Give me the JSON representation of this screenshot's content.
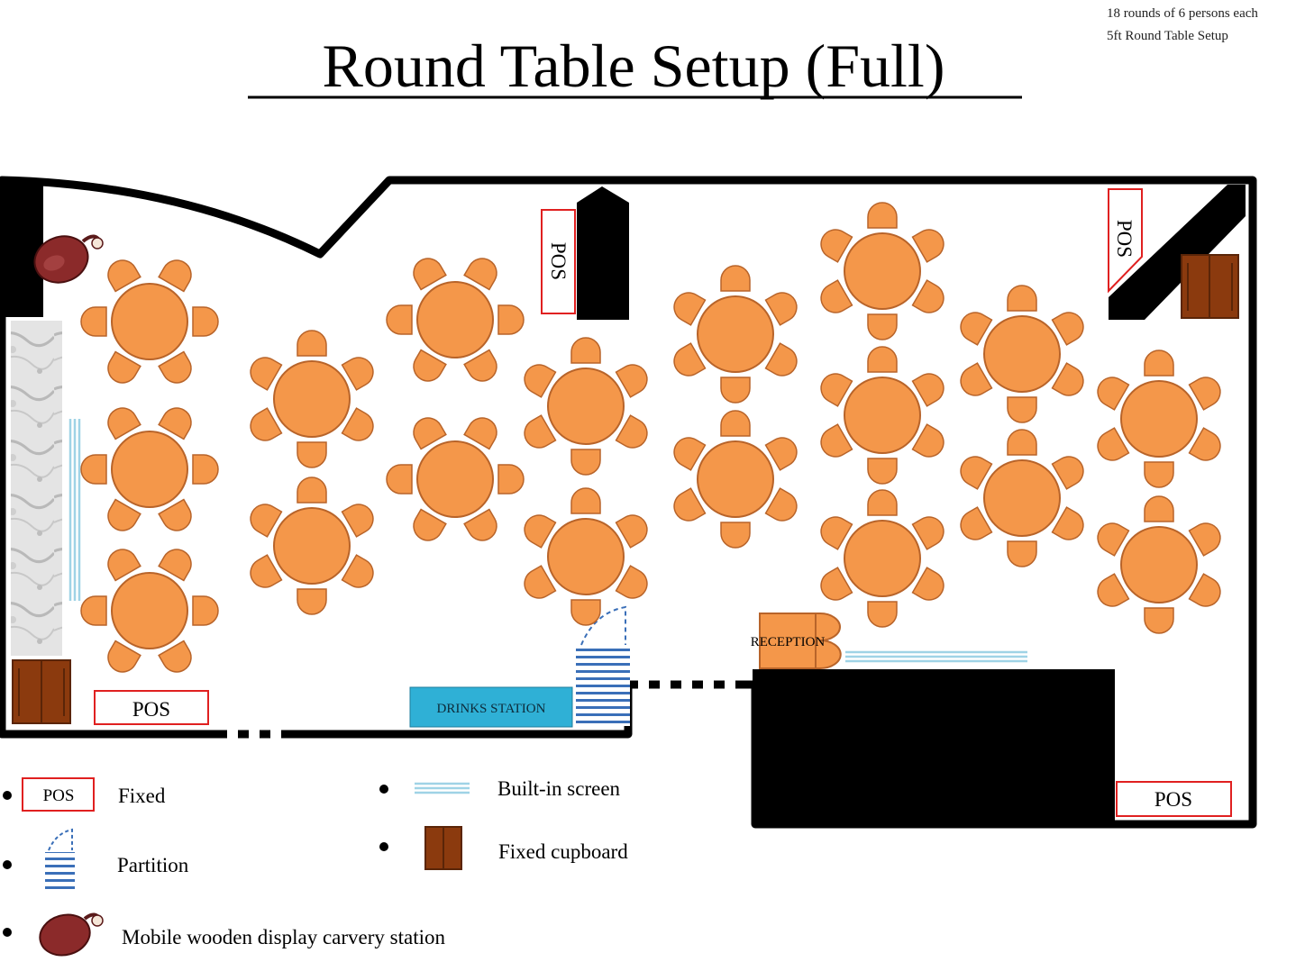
{
  "title": "Round Table Setup (Full)",
  "notes": [
    "18 rounds of 6 persons each",
    "5ft Round Table Setup"
  ],
  "labels": {
    "pos": "POS",
    "drinks_station": "DRINKS STATION",
    "reception": "RECEPTION"
  },
  "legend": {
    "pos_symbol": "POS",
    "fixed": "Fixed",
    "partition": "Partition",
    "carvery": "Mobile wooden display carvery station",
    "screen": "Built-in screen",
    "cupboard": "Fixed cupboard"
  },
  "tables": {
    "count": 18,
    "seats_per_table": 6
  },
  "colors": {
    "table_fill": "#F4974A",
    "table_stroke": "#B8642A",
    "wall": "#000000",
    "pos_border": "#E02020",
    "drinks_station": "#2FB0D6",
    "partition": "#3A6FB8",
    "screen": "#9FD3E6",
    "cupboard": "#8B3A0E",
    "carvery": "#8B2A2A"
  }
}
